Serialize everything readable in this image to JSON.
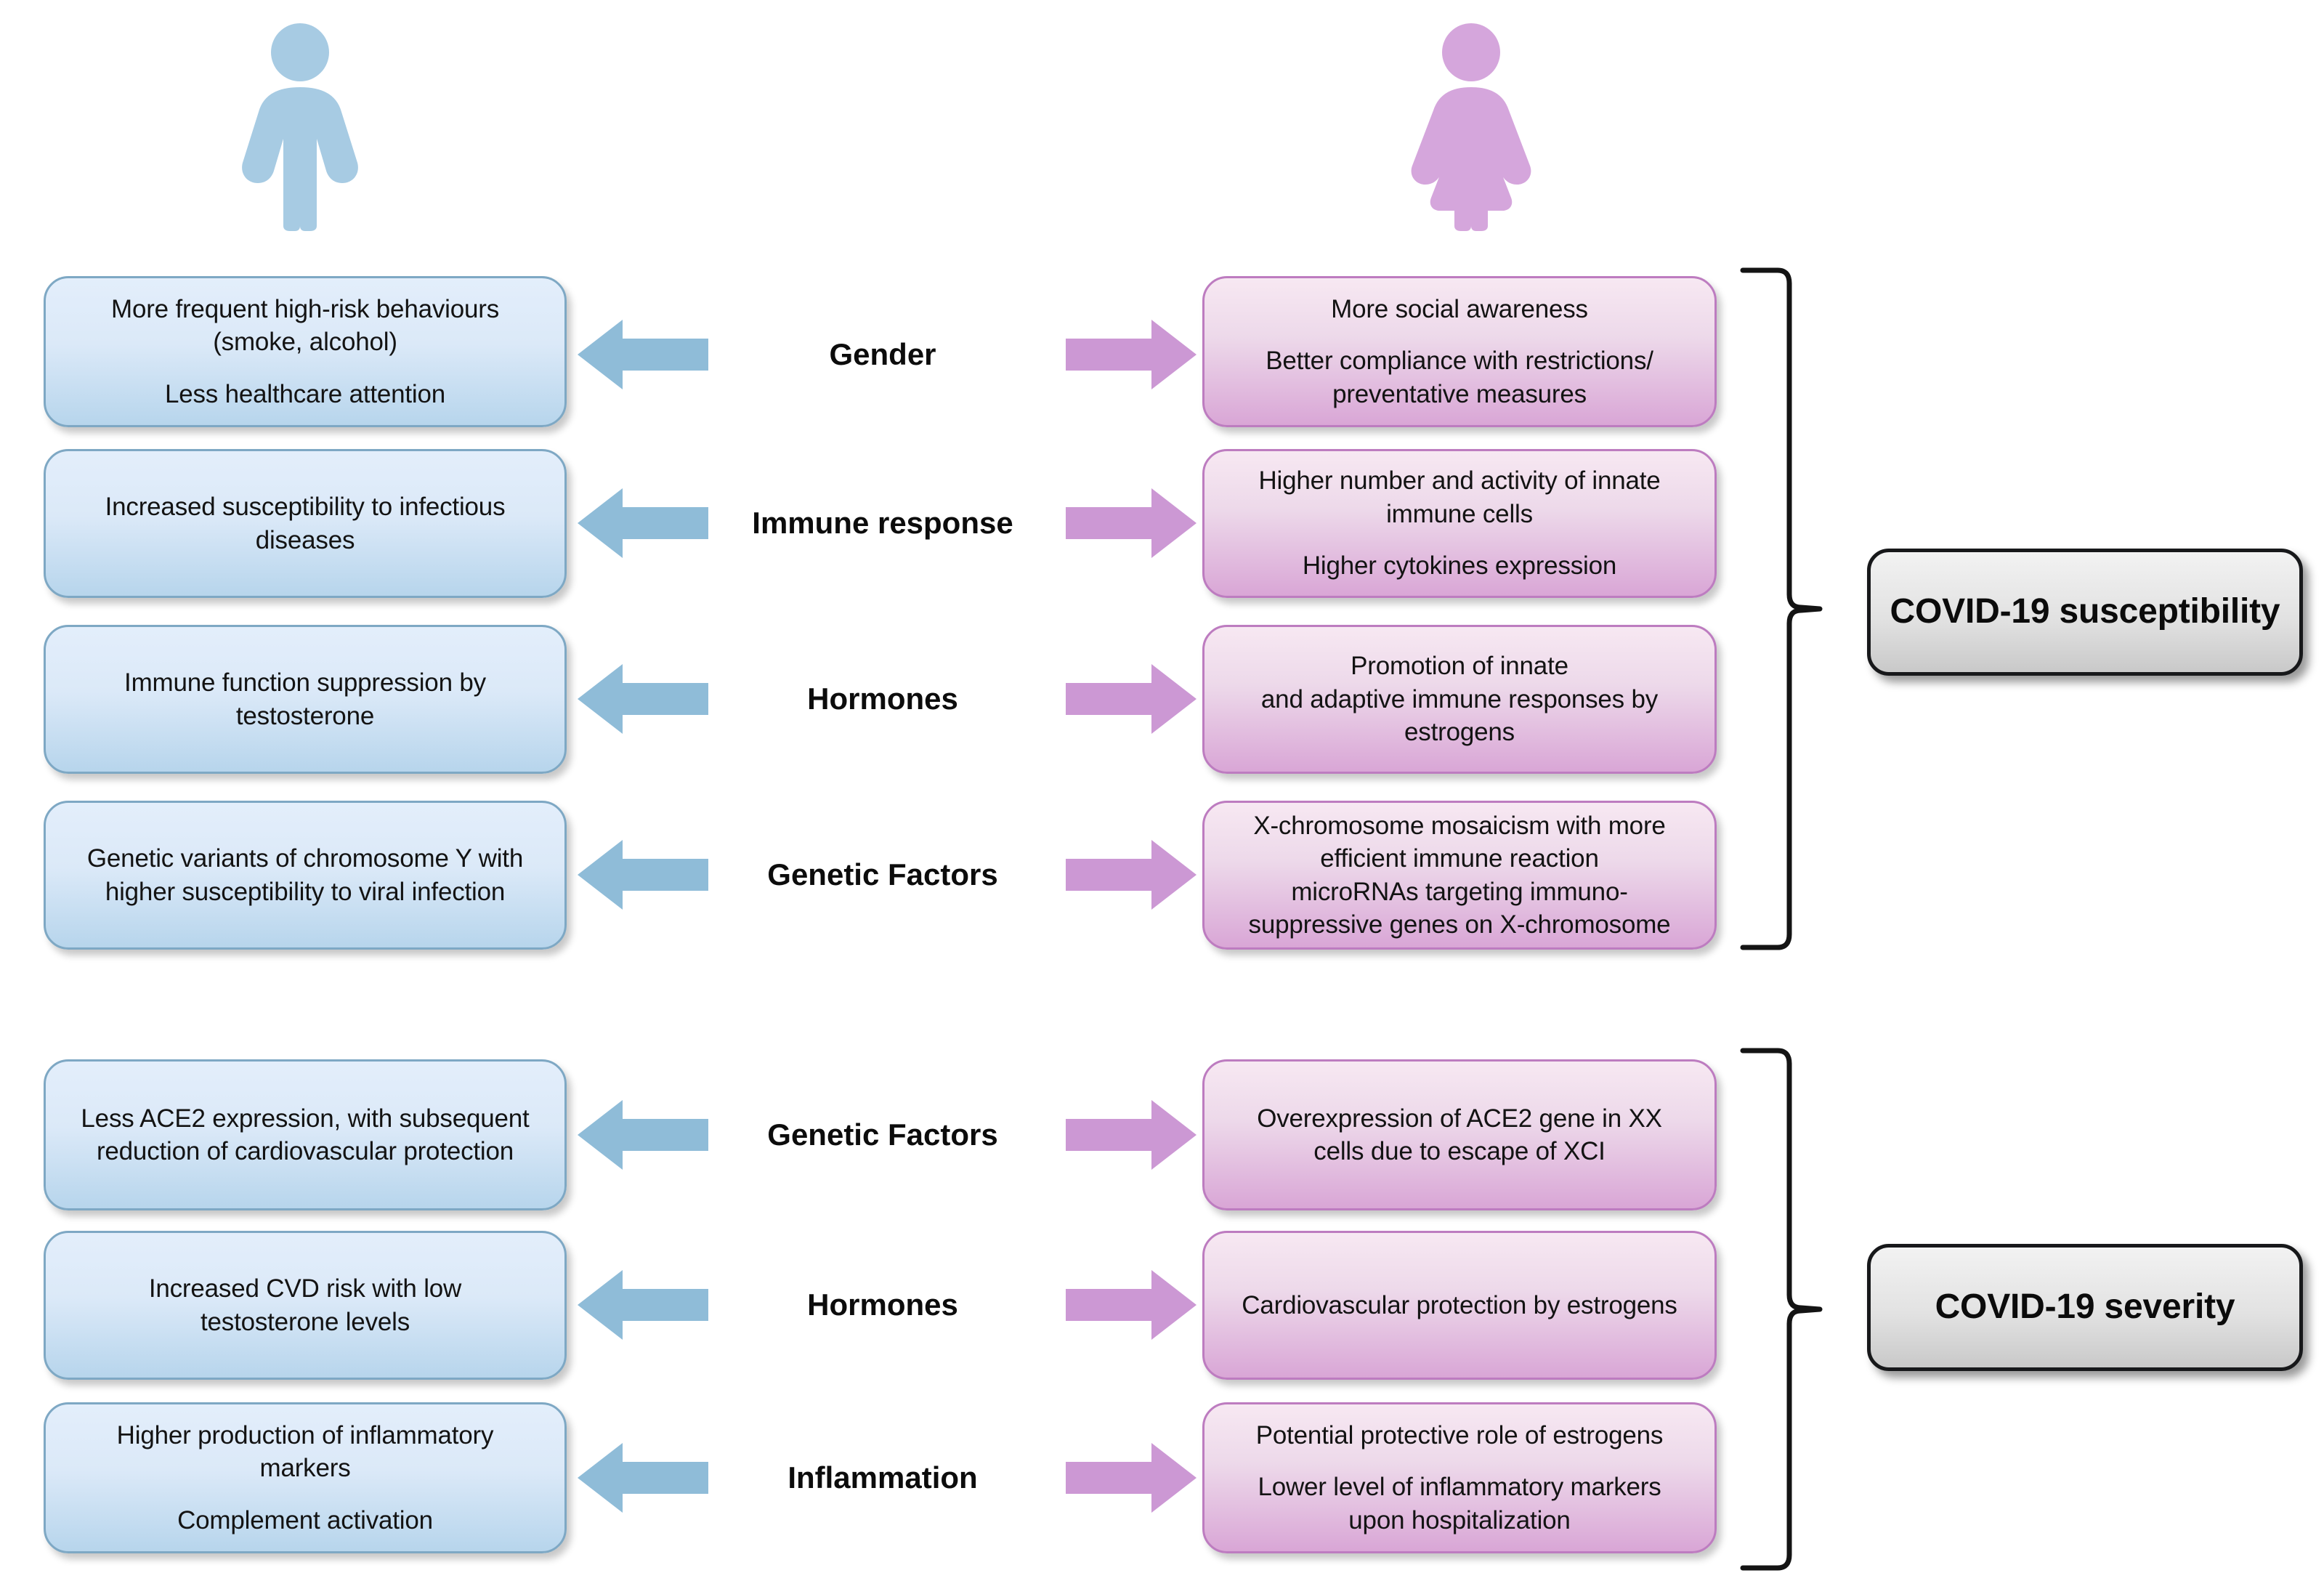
{
  "figures": {
    "male": {
      "icon": "male-person-icon",
      "color": "#a7cbe3"
    },
    "female": {
      "icon": "female-person-icon",
      "color": "#d5a6dc"
    }
  },
  "colors": {
    "male_fill_top": "#e3eefb",
    "male_fill_bottom": "#b7d5ec",
    "male_border": "#7ea8c4",
    "male_arrow": "#8fbcd8",
    "female_fill_top": "#f7e8f2",
    "female_fill_bottom": "#d9a6d6",
    "female_border": "#bd7cc0",
    "female_arrow": "#cc98d4",
    "outcome_fill": "#e2e2e2",
    "outcome_border": "#17181a"
  },
  "sections": [
    {
      "id": "susceptibility",
      "outcome_label": "COVID-19 susceptibility",
      "rows": [
        {
          "factor": "Gender",
          "male_lines": [
            "More frequent high-risk behaviours",
            "(smoke, alcohol)",
            "",
            "Less healthcare attention"
          ],
          "female_lines": [
            "More social awareness",
            "",
            "Better compliance with restrictions/",
            "preventative measures"
          ]
        },
        {
          "factor": "Immune response",
          "male_lines": [
            "Increased susceptibility to infectious",
            "diseases"
          ],
          "female_lines": [
            "Higher number and activity of innate",
            "immune cells",
            "",
            "Higher cytokines expression"
          ]
        },
        {
          "factor": "Hormones",
          "male_lines": [
            "Immune function suppression by",
            "testosterone"
          ],
          "female_lines": [
            "Promotion of innate",
            "and adaptive immune responses by",
            "estrogens"
          ]
        },
        {
          "factor": "Genetic Factors",
          "male_lines": [
            "Genetic variants of chromosome Y with",
            "higher susceptibility to viral infection"
          ],
          "female_lines": [
            "X-chromosome mosaicism with more",
            "efficient immune reaction",
            "",
            "microRNAs targeting immuno-",
            "suppressive genes on X-chromosome"
          ]
        }
      ]
    },
    {
      "id": "severity",
      "outcome_label": "COVID-19 severity",
      "rows": [
        {
          "factor": "Genetic Factors",
          "male_lines": [
            "Less ACE2 expression, with subsequent",
            "reduction of cardiovascular protection"
          ],
          "female_lines": [
            "Overexpression of ACE2 gene in XX",
            "cells due to escape of XCI"
          ]
        },
        {
          "factor": "Hormones",
          "male_lines": [
            "Increased CVD risk with low",
            "testosterone levels"
          ],
          "female_lines": [
            "Cardiovascular protection by estrogens"
          ]
        },
        {
          "factor": "Inflammation",
          "male_lines": [
            "Higher production of inflammatory",
            "markers",
            "",
            "Complement activation"
          ],
          "female_lines": [
            "Potential protective role of estrogens",
            "",
            "Lower level of inflammatory markers",
            "upon hospitalization"
          ]
        }
      ]
    }
  ],
  "arrows": {
    "male_direction": "left-arrow-icon",
    "female_direction": "right-arrow-icon"
  },
  "brackets": {
    "susceptibility": "right-curly-brace",
    "severity": "right-curly-brace"
  }
}
